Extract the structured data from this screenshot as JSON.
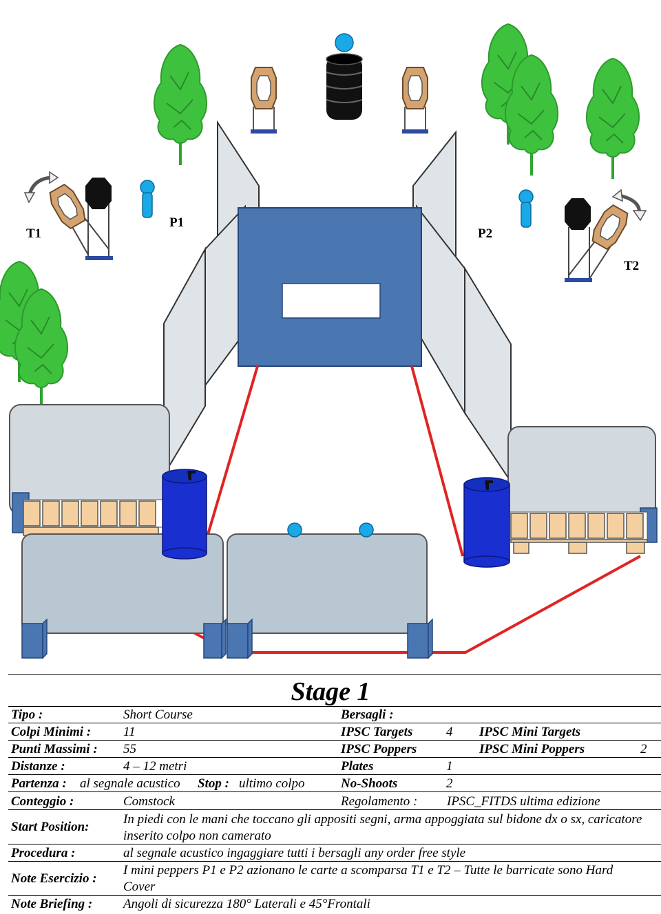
{
  "diagram": {
    "labels": {
      "t1": "T1",
      "p1": "P1",
      "p2": "P2",
      "t2": "T2"
    }
  },
  "stage": {
    "title": "Stage 1",
    "tipo_label": "Tipo :",
    "tipo_value": "Short Course",
    "bersagli_label": "Bersagli :",
    "colpi_label": "Colpi Minimi :",
    "colpi_value": "11",
    "ipsc_targets_label": "IPSC Targets",
    "ipsc_targets_value": "4",
    "ipsc_mini_targets_label": "IPSC Mini Targets",
    "punti_label": "Punti Massimi :",
    "punti_value": "55",
    "ipsc_poppers_label": "IPSC Poppers",
    "ipsc_mini_poppers_label": "IPSC Mini Poppers",
    "ipsc_mini_poppers_value": "2",
    "distanze_label": "Distanze :",
    "distanze_value": "4 – 12 metri",
    "plates_label": "Plates",
    "plates_value": "1",
    "partenza_label": "Partenza :",
    "partenza_value": "al segnale acustico",
    "stop_label": "Stop :",
    "stop_value": "ultimo colpo",
    "noshoots_label": "No-Shoots",
    "noshoots_value": "2",
    "conteggio_label": "Conteggio :",
    "conteggio_value": "Comstock",
    "regolamento_label": "Regolamento :",
    "regolamento_value": "IPSC_FITDS ultima edizione",
    "start_label": "Start Position:",
    "start_value": "In piedi con le mani  che toccano gli appositi segni, arma appoggiata sul bidone dx o sx, caricatore inserito colpo non camerato",
    "procedura_label": "Procedura :",
    "procedura_value": "al segnale acustico ingaggiare  tutti i bersagli any order free style",
    "note_label": "Note Esercizio :",
    "note_value": "I mini peppers P1 e P2 azionano le carte a scomparsa T1 e T2 – Tutte le barricate sono Hard Cover",
    "briefing_label": "Note Briefing :",
    "briefing_value": "Angoli di sicurezza 180° Laterali e 45°Frontali"
  }
}
